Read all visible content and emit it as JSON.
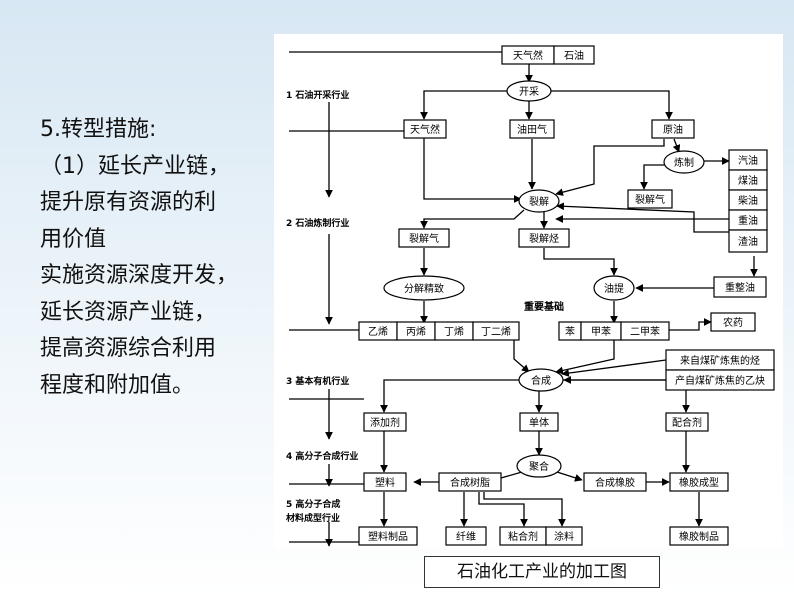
{
  "slide": {
    "heading": "5.转型措施:",
    "lines": [
      "（1）延长产业链，",
      "提升原有资源的利",
      "用价值",
      "实施资源深度开发，",
      "延长资源产业链，",
      "提高资源综合利用",
      "程度和附加值。"
    ]
  },
  "caption": "石油化工产业的加工图",
  "diagram": {
    "stages": [
      {
        "id": "stage-1",
        "text": "1 石油开采行业"
      },
      {
        "id": "stage-2",
        "text": "2 石油炼制行业"
      },
      {
        "id": "stage-3",
        "text": "3 基本有机行业"
      },
      {
        "id": "stage-4",
        "text": "4 高分子合成行业"
      },
      {
        "id": "stage-5a",
        "text": "5 高分子合成"
      },
      {
        "id": "stage-5b",
        "text": "材料成型行业"
      }
    ],
    "nodes": {
      "natural_gas_src": "天气然",
      "crude_oil_src": "石油",
      "mining": "开采",
      "natural_gas": "天气然",
      "oilfield_gas": "油田气",
      "crude_oil": "原油",
      "refining": "炼制",
      "cracking_gas_small": "裂解气",
      "gasoline": "汽油",
      "kerosene": "煤油",
      "diesel": "柴油",
      "heavy_oil": "重油",
      "residue": "渣油",
      "cracking": "裂解",
      "cracking_gas": "裂解气",
      "cracking_hydrocarbon": "裂解烃",
      "separation": "分解精致",
      "oil_extract": "油提",
      "reforming_oil": "重整油",
      "key_raw_materials": "重要基础",
      "ethylene": "乙烯",
      "propylene": "丙烯",
      "butylene": "丁烯",
      "butadiene": "丁二烯",
      "benzene": "苯",
      "toluene": "甲苯",
      "xylene": "二甲苯",
      "pesticide": "农药",
      "coal_hydrocarbon": "来自煤矿炼焦的烃",
      "coal_acetylene": "产自煤矿炼焦的乙炔",
      "synthesis": "合成",
      "additive": "添加剂",
      "monomer": "单体",
      "compounding_agent": "配合剂",
      "polymerization": "聚合",
      "plastic": "塑料",
      "synthetic_resin": "合成树脂",
      "synthetic_rubber": "合成橡胶",
      "rubber_molding": "橡胶成型",
      "plastic_products": "塑料制品",
      "fiber": "纤维",
      "adhesive": "粘合剂",
      "coating": "涂料",
      "rubber_products": "橡胶制品"
    }
  }
}
